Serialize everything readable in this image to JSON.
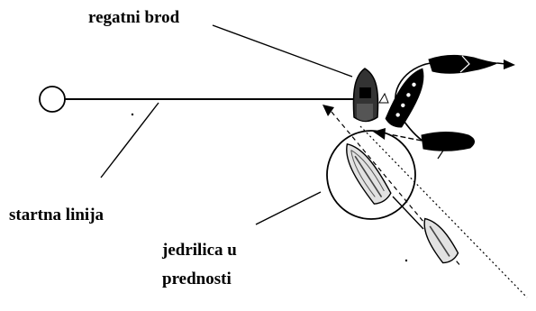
{
  "labels": {
    "committee_boat": "regatni brod",
    "start_line": "startna linija",
    "right_of_way_line1": "jedrilica u",
    "right_of_way_line2": "prednosti"
  },
  "colors": {
    "ink": "#000000",
    "hull_dark": "#333333",
    "hull_light": "#d8d8d8",
    "background": "#ffffff"
  }
}
